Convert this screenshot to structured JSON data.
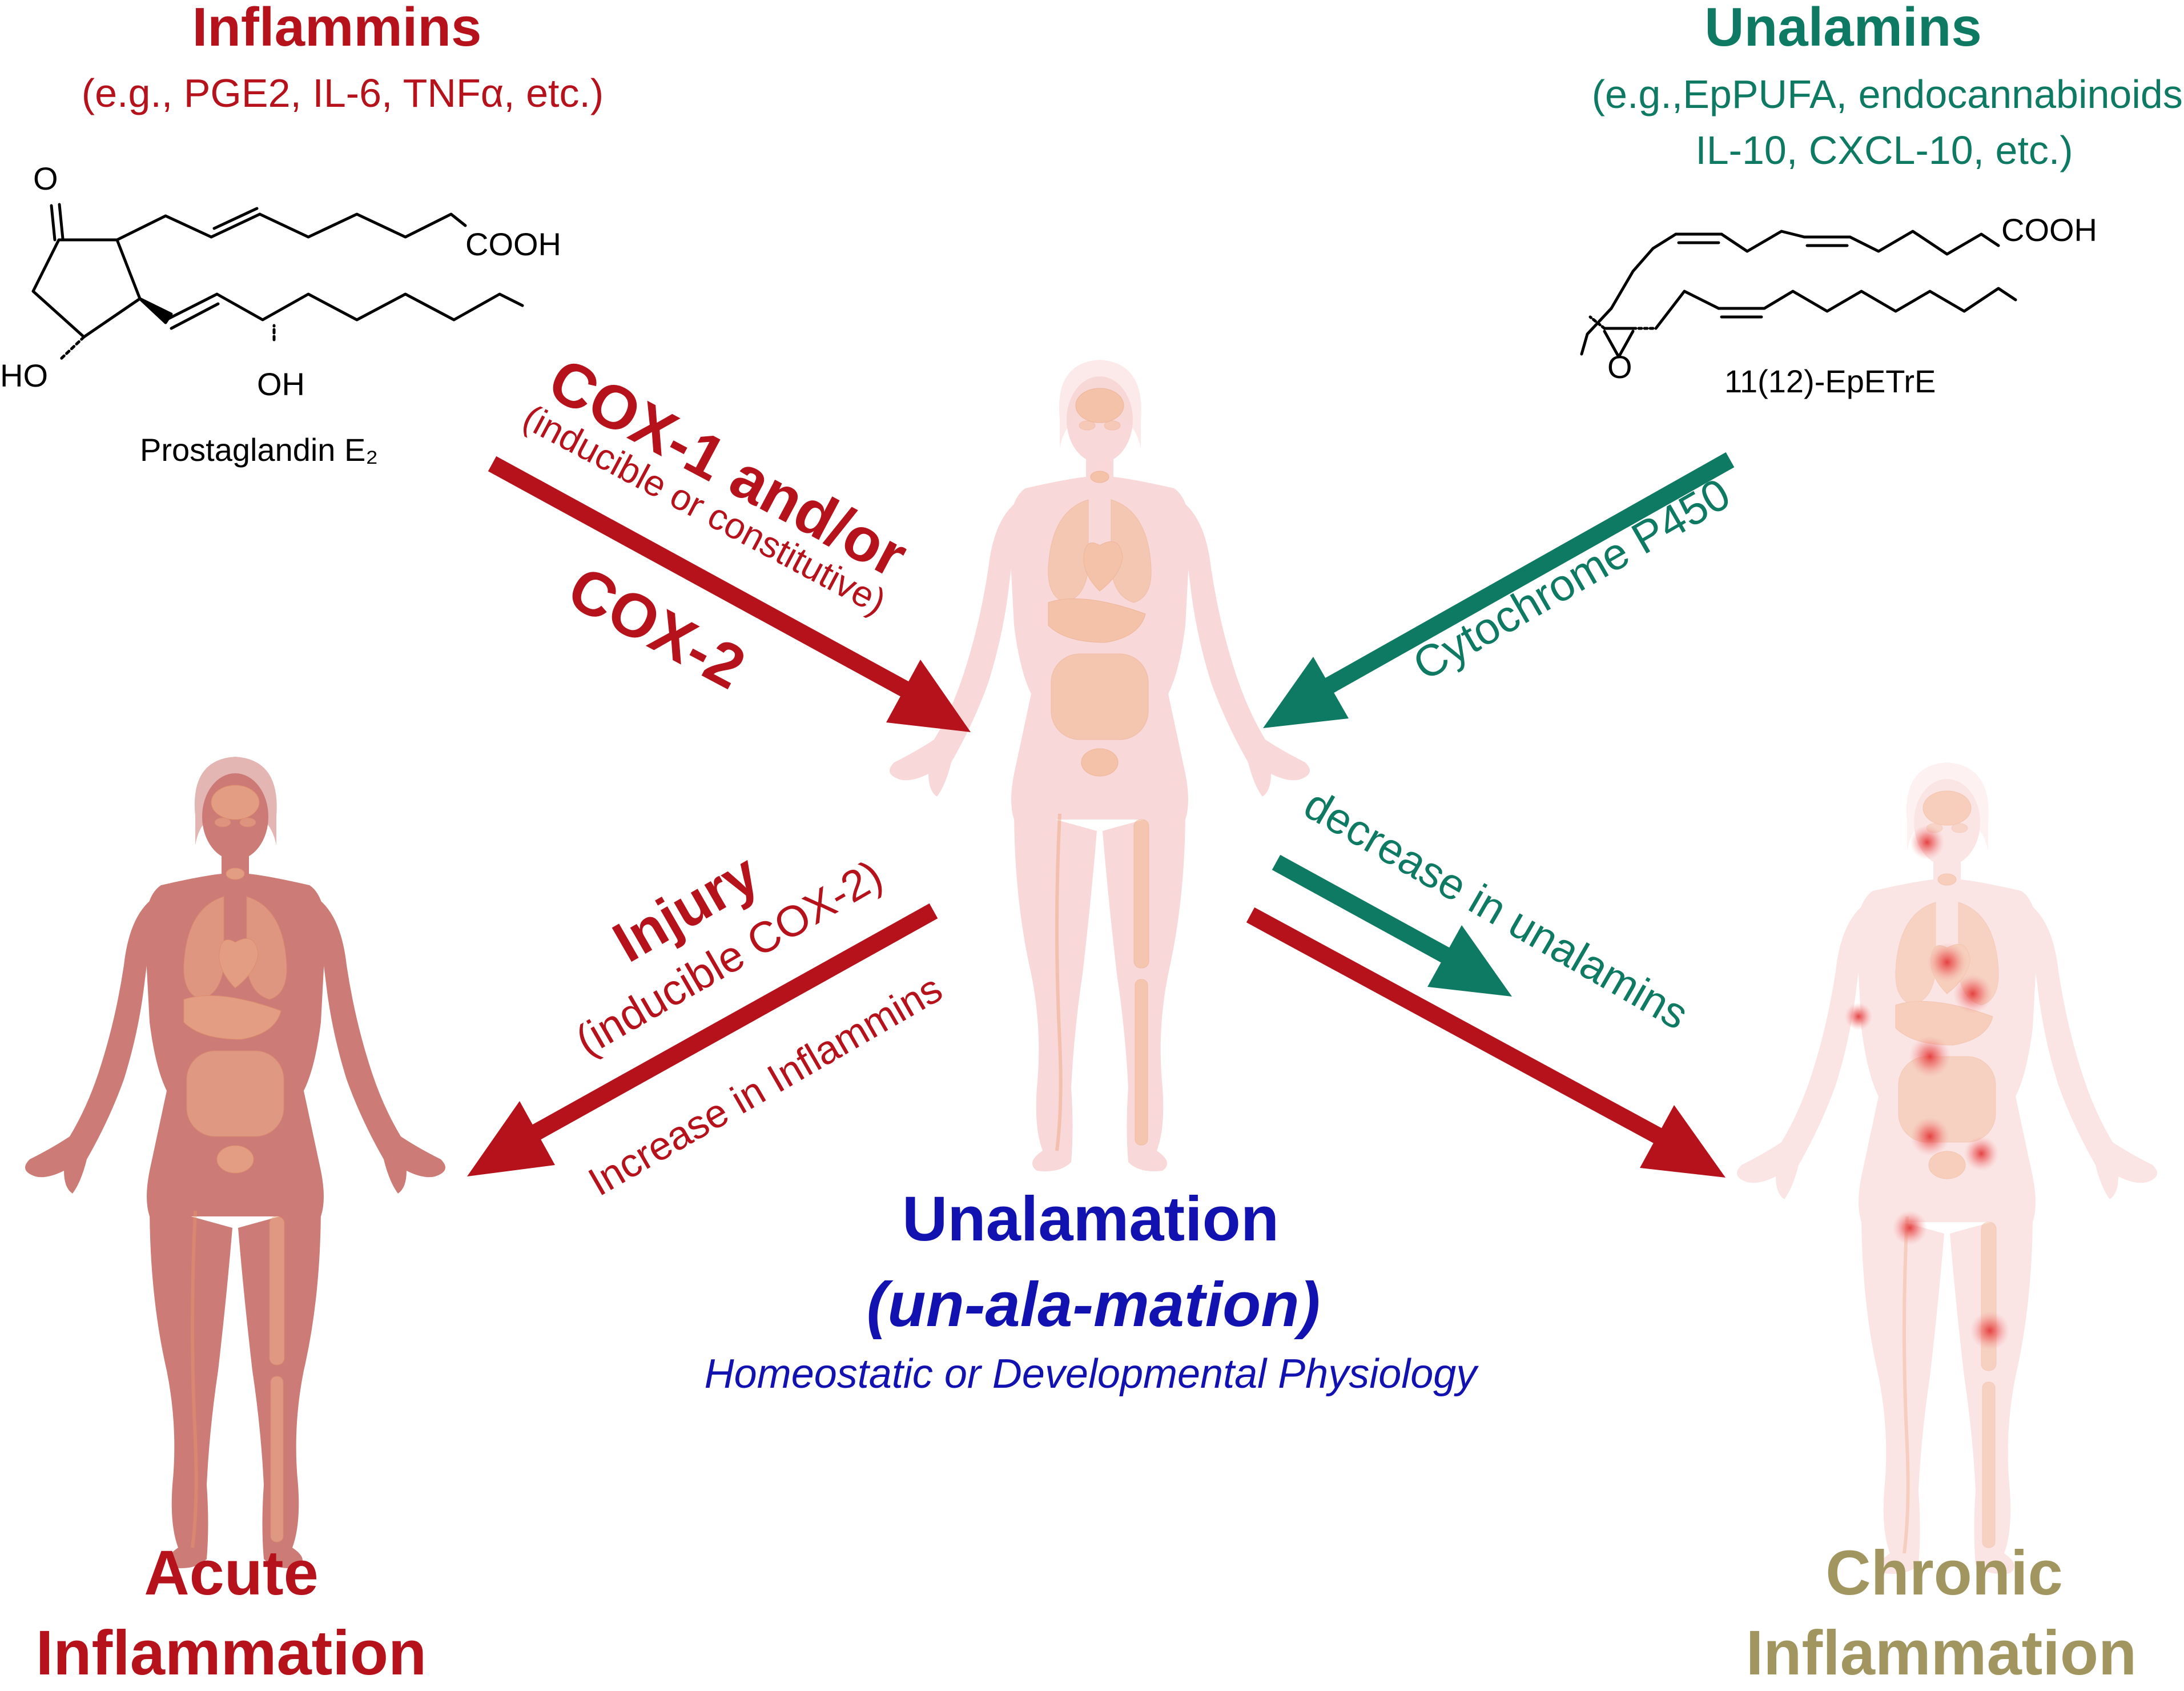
{
  "colors": {
    "inflam_red": "#b5121b",
    "unalam_green": "#0f7a63",
    "unalamation_blue": "#1112b0",
    "chronic_olive": "#a29660",
    "acute_body": "#c9706a",
    "neutral_body": "#f8d6d6",
    "chronic_body": "#fbe3e3",
    "organ": "#f0b48a",
    "hotspot": "#e23a3a"
  },
  "inflammins": {
    "title": "Inflammins",
    "examples": "(e.g., PGE2, IL-6, TNFα, etc.)",
    "molecule": {
      "ketone": "O",
      "acid": "COOH",
      "hydroxyl_ring": "HO",
      "hydroxyl_chain": "OH",
      "name": "Prostaglandin E₂"
    }
  },
  "unalamins": {
    "title": "Unalamins",
    "examples_line1": "(e.g.,EpPUFA, endocannabinoids,",
    "examples_line2": "IL-10, CXCL-10, etc.)",
    "molecule": {
      "acid": "COOH",
      "epoxide_oxygen": "O",
      "name": "11(12)-EpETrE"
    }
  },
  "arrows": {
    "cox": {
      "line1": "COX-1 and/or",
      "line2": "(inducible or constitutive)",
      "line3": "COX-2"
    },
    "cyp": {
      "label": "Cytochrome P450"
    },
    "injury": {
      "line1": "Injury",
      "line2": "(inducible COX-2)",
      "below": "Increase in Inflammins"
    },
    "chronic": {
      "label": "decrease in unalamins"
    }
  },
  "center": {
    "title": "Unalamation",
    "pronunciation": "(un-ala-mation)",
    "subtitle": "Homeostatic or Developmental Physiology"
  },
  "acute": {
    "line1": "Acute",
    "line2": "Inflammation"
  },
  "chronic": {
    "line1": "Chronic",
    "line2": "Inflammation"
  }
}
